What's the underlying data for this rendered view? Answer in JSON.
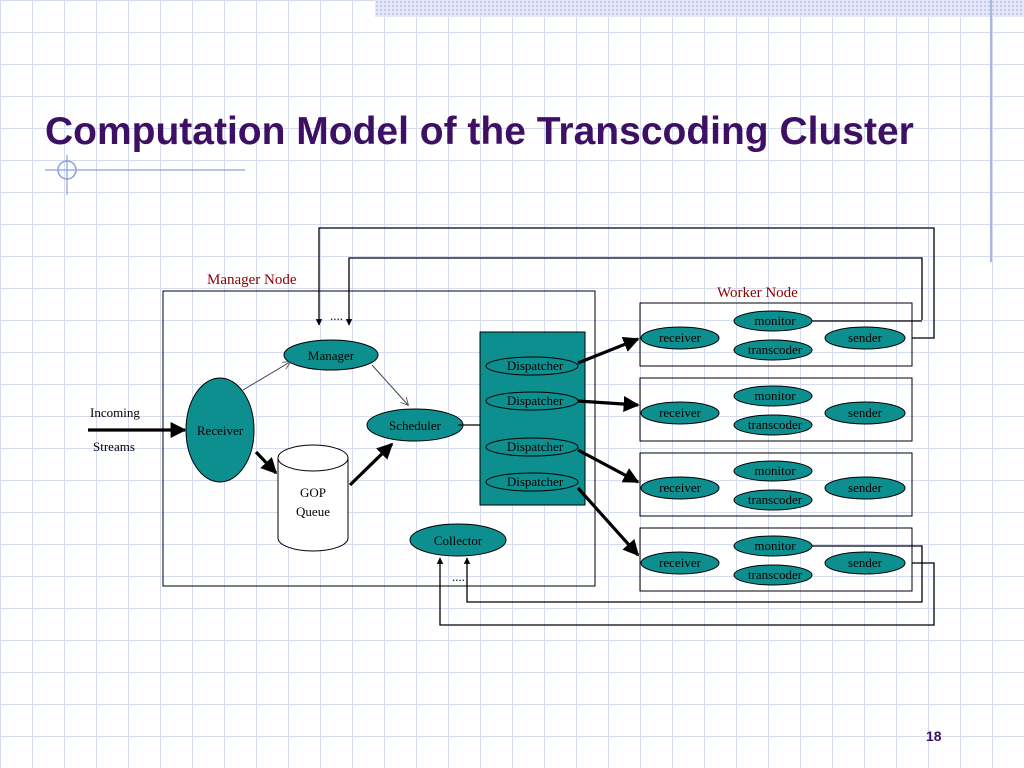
{
  "slide": {
    "title": "Computation Model of the Transcoding Cluster",
    "page_number": "18"
  },
  "diagram": {
    "manager_node_label": "Manager Node",
    "worker_node_label": "Worker Node",
    "input_label_line1": "Incoming",
    "input_label_line2": "Streams",
    "receiver": "Receiver",
    "manager": "Manager",
    "scheduler": "Scheduler",
    "gop_queue_line1": "GOP",
    "gop_queue_line2": "Queue",
    "collector": "Collector",
    "dispatchers": [
      "Dispatcher",
      "Dispatcher",
      "Dispatcher",
      "Dispatcher"
    ],
    "worker": {
      "receiver": "receiver",
      "monitor": "monitor",
      "transcoder": "transcoder",
      "sender": "sender"
    },
    "ellipsis_top": "....",
    "ellipsis_bottom": "...."
  },
  "colors": {
    "title": "#3d1063",
    "node_fill": "#0d8f8f",
    "node_label": "#8b0000"
  }
}
